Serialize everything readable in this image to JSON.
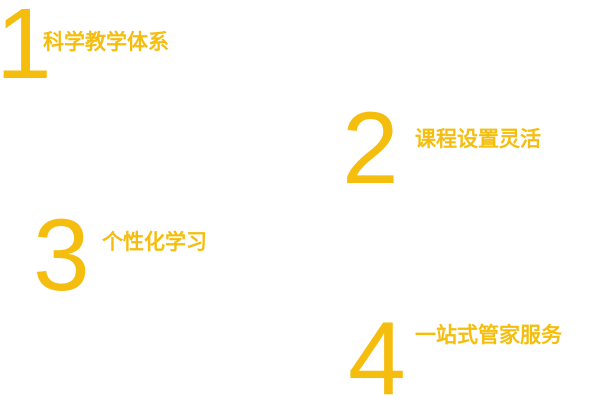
{
  "features": [
    {
      "number": "1",
      "label": "科学教学体系"
    },
    {
      "number": "2",
      "label": "课程设置灵活"
    },
    {
      "number": "3",
      "label": "个性化学习"
    },
    {
      "number": "4",
      "label": "一站式管家服务"
    }
  ],
  "colors": {
    "accent": "#F5BE0E",
    "background": "#FFFFFF"
  }
}
